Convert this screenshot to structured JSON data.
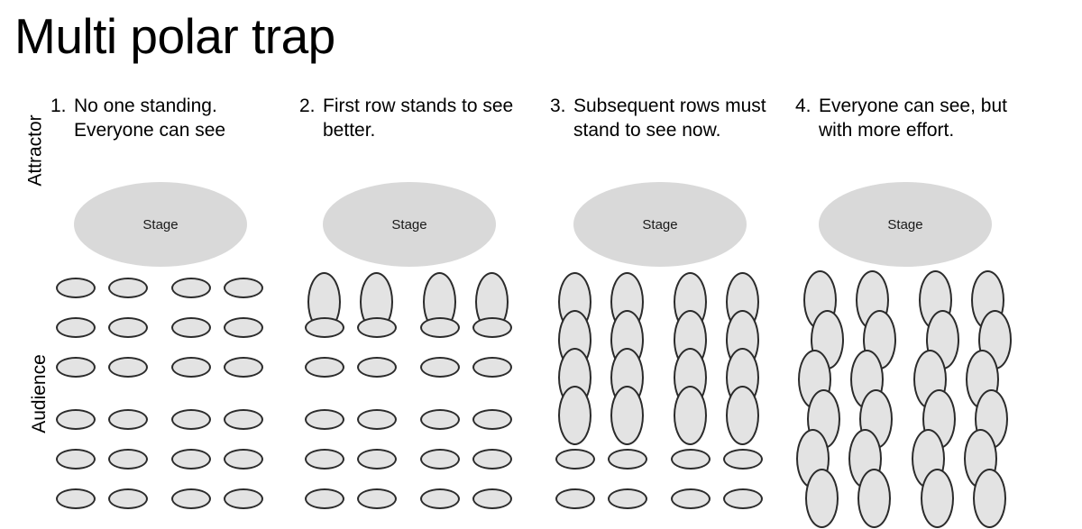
{
  "title": "Multi polar trap",
  "axes": {
    "attractor_label": "Attractor",
    "audience_label": "Audience"
  },
  "stage_label": "Stage",
  "colors": {
    "background": "#ffffff",
    "stage_fill": "#d9d9d9",
    "person_fill": "#e3e3e3",
    "person_stroke": "#2b2b2b",
    "text": "#000000"
  },
  "panels": [
    {
      "number": "1.",
      "caption": "No one standing. Everyone can see",
      "stage": "Stage",
      "rows": 6,
      "cols": 4,
      "standing_rows": [],
      "description": "all seated, evenly spaced grid"
    },
    {
      "number": "2.",
      "caption": "First row stands to see better.",
      "stage": "Stage",
      "rows": 6,
      "cols": 4,
      "standing_rows": [
        0
      ],
      "description": "front row standing, rest seated"
    },
    {
      "number": "3.",
      "caption": "Subsequent rows must stand to see now.",
      "stage": "Stage",
      "rows": 6,
      "cols": 4,
      "standing_rows": [
        0,
        1,
        2,
        3
      ],
      "description": "front four rows standing and overlapping, back two seated"
    },
    {
      "number": "4.",
      "caption": "Everyone can see, but with more effort.",
      "stage": "Stage",
      "rows": 6,
      "cols": 4,
      "standing_rows": [
        0,
        1,
        2,
        3,
        4,
        5
      ],
      "description": "everyone standing, heavily overlapping and staggered"
    }
  ],
  "layout": {
    "col_x": [
      18,
      76,
      146,
      204
    ],
    "row_y_sitting": [
      0,
      44,
      88,
      146,
      190,
      234
    ],
    "row_y_standing": [
      -6,
      36,
      78,
      120,
      176,
      220
    ],
    "jitter_x": [
      0,
      8,
      -6,
      4,
      -8,
      2
    ]
  }
}
